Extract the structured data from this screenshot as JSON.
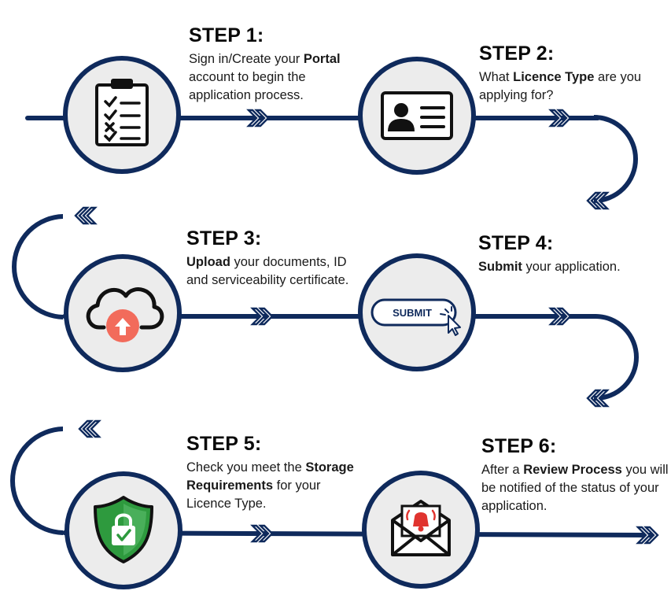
{
  "colors": {
    "line": "#0f2a5c",
    "circle_fill": "#ececec",
    "accent_red": "#f26b5b",
    "accent_green": "#2e9a3e"
  },
  "steps": [
    {
      "title": "STEP 1:",
      "parts": [
        {
          "text": "Sign in/Create your ",
          "bold": false
        },
        {
          "text": "Portal",
          "bold": true
        },
        {
          "text": " account to begin the application process.",
          "bold": false
        }
      ],
      "icon": "clipboard-checklist-icon"
    },
    {
      "title": "STEP 2:",
      "parts": [
        {
          "text": "What ",
          "bold": false
        },
        {
          "text": "Licence Type",
          "bold": true
        },
        {
          "text": " are you applying for?",
          "bold": false
        }
      ],
      "icon": "id-card-icon"
    },
    {
      "title": "STEP 3:",
      "parts": [
        {
          "text": "Upload",
          "bold": true
        },
        {
          "text": " your documents, ID and serviceability certificate.",
          "bold": false
        }
      ],
      "icon": "cloud-upload-icon"
    },
    {
      "title": "STEP 4:",
      "parts": [
        {
          "text": "Submit",
          "bold": true
        },
        {
          "text": " your application.",
          "bold": false
        }
      ],
      "icon": "submit-button-icon"
    },
    {
      "title": "STEP 5:",
      "parts": [
        {
          "text": "Check you meet the ",
          "bold": false
        },
        {
          "text": "Storage Requirements",
          "bold": true
        },
        {
          "text": " for your Licence Type.",
          "bold": false
        }
      ],
      "icon": "shield-lock-icon"
    },
    {
      "title": "STEP 6:",
      "parts": [
        {
          "text": "After a ",
          "bold": false
        },
        {
          "text": "Review Process",
          "bold": true
        },
        {
          "text": " you will be notified of the status of your application.",
          "bold": false
        }
      ],
      "icon": "mail-notification-icon"
    }
  ],
  "submit_label": "SUBMIT"
}
